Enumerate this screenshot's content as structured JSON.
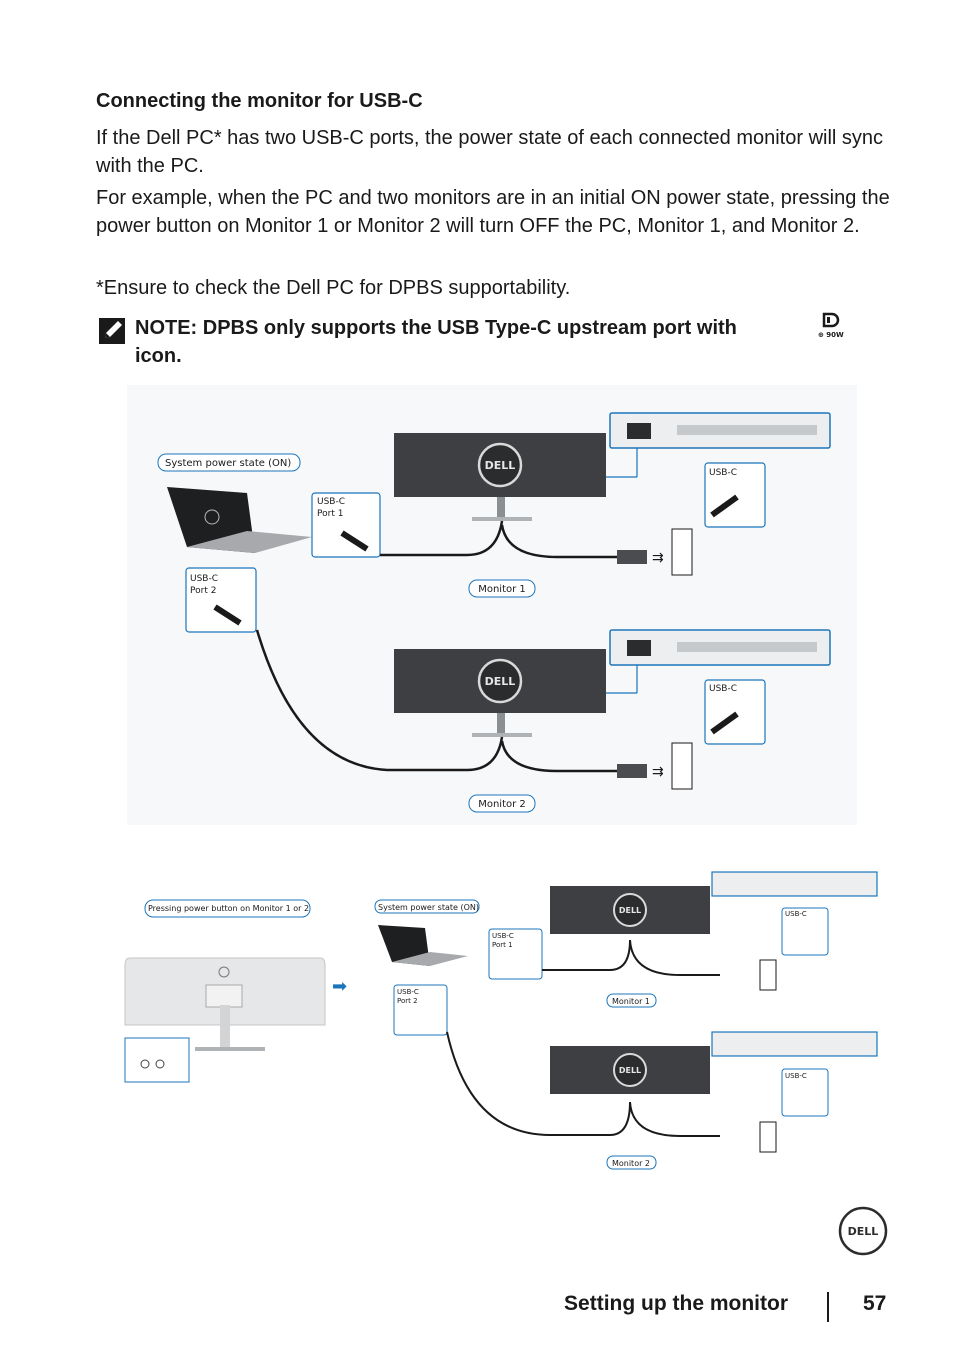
{
  "heading": "Connecting the monitor for USB-C",
  "paragraphs": [
    "If the Dell PC* has two USB-C ports, the power state of each connected monitor will sync with the PC.",
    "For example, when the PC and two monitors are in an initial ON power state, pressing the power button on Monitor 1 or Monitor 2 will turn OFF the PC, Monitor 1, and Monitor 2.",
    "*Ensure to check the Dell PC for DPBS supportability."
  ],
  "note": {
    "text_before_icon": "NOTE: DPBS only supports the USB Type-C upstream port with",
    "text_after_icon": "icon.",
    "icon": "displayport-90w-icon"
  },
  "figure1": {
    "system_state": "System power state (ON)",
    "usbc_port1": [
      "USB-C",
      "Port 1"
    ],
    "usbc_port2": [
      "USB-C",
      "Port 2"
    ],
    "usbc": "USB-C",
    "monitor1": "Monitor 1",
    "monitor2": "Monitor 2",
    "logo": "DELL"
  },
  "figure2": {
    "pressing": "Pressing power button on Monitor 1 or 2",
    "system_state": "System power state (ON)",
    "usbc_port1": [
      "USB-C",
      "Port 1"
    ],
    "usbc_port2": [
      "USB-C",
      "Port 2"
    ],
    "usbc": "USB-C",
    "monitor1": "Monitor 1",
    "monitor2": "Monitor 2",
    "logo": "DELL"
  },
  "footer": {
    "section": "Setting up the monitor",
    "page": "57",
    "logo": "DELL"
  },
  "colors": {
    "accent": "#1b75bb",
    "monitor_dark": "#3d3f42",
    "text": "#1a1a1a"
  }
}
